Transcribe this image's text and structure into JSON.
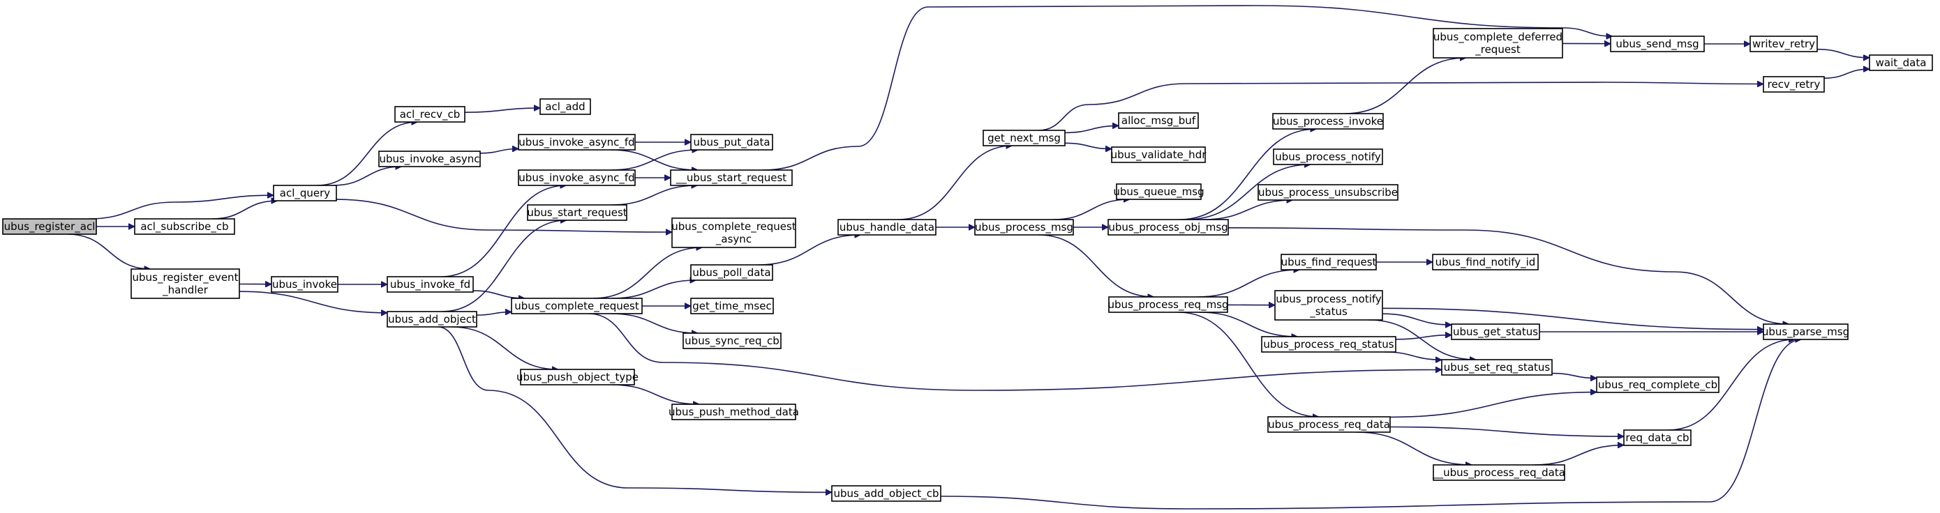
{
  "graph": {
    "title": "",
    "nodes": [
      {
        "id": "ubus_register_acl",
        "lines": [
          "ubus_register_acl"
        ],
        "root": true
      },
      {
        "id": "acl_subscribe_cb",
        "lines": [
          "acl_subscribe_cb"
        ]
      },
      {
        "id": "ubus_register_event_handler",
        "lines": [
          "ubus_register_event",
          "_handler"
        ]
      },
      {
        "id": "acl_query",
        "lines": [
          "acl_query"
        ]
      },
      {
        "id": "acl_recv_cb",
        "lines": [
          "acl_recv_cb"
        ]
      },
      {
        "id": "acl_add",
        "lines": [
          "acl_add"
        ]
      },
      {
        "id": "ubus_invoke_async",
        "lines": [
          "ubus_invoke_async"
        ]
      },
      {
        "id": "ubus_invoke_async_fd_1",
        "lines": [
          "ubus_invoke_async_fd"
        ]
      },
      {
        "id": "ubus_invoke_async_fd_2",
        "lines": [
          "ubus_invoke_async_fd"
        ]
      },
      {
        "id": "ubus_put_data",
        "lines": [
          "ubus_put_data"
        ]
      },
      {
        "id": "__ubus_start_request",
        "lines": [
          "__ubus_start_request"
        ]
      },
      {
        "id": "ubus_start_request",
        "lines": [
          "ubus_start_request"
        ]
      },
      {
        "id": "ubus_complete_request_async",
        "lines": [
          "ubus_complete_request",
          "_async"
        ]
      },
      {
        "id": "ubus_invoke",
        "lines": [
          "ubus_invoke"
        ]
      },
      {
        "id": "ubus_invoke_fd",
        "lines": [
          "ubus_invoke_fd"
        ]
      },
      {
        "id": "ubus_add_object",
        "lines": [
          "ubus_add_object"
        ]
      },
      {
        "id": "ubus_complete_request",
        "lines": [
          "ubus_complete_request"
        ]
      },
      {
        "id": "ubus_poll_data",
        "lines": [
          "ubus_poll_data"
        ]
      },
      {
        "id": "get_time_msec",
        "lines": [
          "get_time_msec"
        ]
      },
      {
        "id": "ubus_sync_req_cb",
        "lines": [
          "ubus_sync_req_cb"
        ]
      },
      {
        "id": "ubus_push_object_type",
        "lines": [
          "ubus_push_object_type"
        ]
      },
      {
        "id": "ubus_push_method_data",
        "lines": [
          "ubus_push_method_data"
        ]
      },
      {
        "id": "ubus_add_object_cb",
        "lines": [
          "ubus_add_object_cb"
        ]
      },
      {
        "id": "ubus_handle_data",
        "lines": [
          "ubus_handle_data"
        ]
      },
      {
        "id": "get_next_msg",
        "lines": [
          "get_next_msg"
        ]
      },
      {
        "id": "alloc_msg_buf",
        "lines": [
          "alloc_msg_buf"
        ]
      },
      {
        "id": "ubus_validate_hdr",
        "lines": [
          "ubus_validate_hdr"
        ]
      },
      {
        "id": "ubus_process_msg",
        "lines": [
          "ubus_process_msg"
        ]
      },
      {
        "id": "ubus_queue_msg",
        "lines": [
          "ubus_queue_msg"
        ]
      },
      {
        "id": "ubus_process_obj_msg",
        "lines": [
          "ubus_process_obj_msg"
        ]
      },
      {
        "id": "ubus_process_invoke",
        "lines": [
          "ubus_process_invoke"
        ]
      },
      {
        "id": "ubus_process_notify",
        "lines": [
          "ubus_process_notify"
        ]
      },
      {
        "id": "ubus_process_unsubscribe",
        "lines": [
          "ubus_process_unsubscribe"
        ]
      },
      {
        "id": "ubus_complete_deferred_request",
        "lines": [
          "ubus_complete_deferred",
          "_request"
        ]
      },
      {
        "id": "ubus_send_msg",
        "lines": [
          "ubus_send_msg"
        ]
      },
      {
        "id": "writev_retry",
        "lines": [
          "writev_retry"
        ]
      },
      {
        "id": "wait_data",
        "lines": [
          "wait_data"
        ]
      },
      {
        "id": "recv_retry",
        "lines": [
          "recv_retry"
        ]
      },
      {
        "id": "ubus_process_req_msg",
        "lines": [
          "ubus_process_req_msg"
        ]
      },
      {
        "id": "ubus_find_request",
        "lines": [
          "ubus_find_request"
        ]
      },
      {
        "id": "ubus_find_notify_id",
        "lines": [
          "ubus_find_notify_id"
        ]
      },
      {
        "id": "ubus_process_notify_status",
        "lines": [
          "ubus_process_notify",
          "_status"
        ]
      },
      {
        "id": "ubus_process_req_status",
        "lines": [
          "ubus_process_req_status"
        ]
      },
      {
        "id": "ubus_get_status",
        "lines": [
          "ubus_get_status"
        ]
      },
      {
        "id": "ubus_set_req_status",
        "lines": [
          "ubus_set_req_status"
        ]
      },
      {
        "id": "ubus_parse_msg",
        "lines": [
          "ubus_parse_msg"
        ]
      },
      {
        "id": "ubus_req_complete_cb",
        "lines": [
          "ubus_req_complete_cb"
        ]
      },
      {
        "id": "ubus_process_req_data",
        "lines": [
          "ubus_process_req_data"
        ]
      },
      {
        "id": "req_data_cb",
        "lines": [
          "req_data_cb"
        ]
      },
      {
        "id": "__ubus_process_req_data",
        "lines": [
          "__ubus_process_req_data"
        ]
      }
    ],
    "edges": [
      [
        "ubus_register_acl",
        "acl_query"
      ],
      [
        "ubus_register_acl",
        "acl_subscribe_cb"
      ],
      [
        "ubus_register_acl",
        "ubus_register_event_handler"
      ],
      [
        "acl_subscribe_cb",
        "acl_query"
      ],
      [
        "acl_query",
        "acl_recv_cb"
      ],
      [
        "acl_query",
        "ubus_invoke_async"
      ],
      [
        "acl_query",
        "ubus_complete_request_async"
      ],
      [
        "acl_recv_cb",
        "acl_add"
      ],
      [
        "ubus_invoke_async",
        "ubus_invoke_async_fd_1"
      ],
      [
        "ubus_invoke_async_fd_1",
        "ubus_put_data"
      ],
      [
        "ubus_invoke_async_fd_1",
        "__ubus_start_request"
      ],
      [
        "ubus_invoke_async_fd_2",
        "ubus_put_data"
      ],
      [
        "ubus_invoke_async_fd_2",
        "__ubus_start_request"
      ],
      [
        "ubus_start_request",
        "__ubus_start_request"
      ],
      [
        "__ubus_start_request",
        "ubus_send_msg"
      ],
      [
        "ubus_register_event_handler",
        "ubus_invoke"
      ],
      [
        "ubus_register_event_handler",
        "ubus_add_object"
      ],
      [
        "ubus_invoke",
        "ubus_invoke_fd"
      ],
      [
        "ubus_invoke_fd",
        "ubus_invoke_async_fd_2"
      ],
      [
        "ubus_invoke_fd",
        "ubus_complete_request"
      ],
      [
        "ubus_add_object",
        "ubus_start_request"
      ],
      [
        "ubus_add_object",
        "ubus_complete_request"
      ],
      [
        "ubus_add_object",
        "ubus_push_object_type"
      ],
      [
        "ubus_add_object",
        "ubus_add_object_cb"
      ],
      [
        "ubus_complete_request",
        "ubus_complete_request_async"
      ],
      [
        "ubus_complete_request",
        "ubus_poll_data"
      ],
      [
        "ubus_complete_request",
        "get_time_msec"
      ],
      [
        "ubus_complete_request",
        "ubus_sync_req_cb"
      ],
      [
        "ubus_complete_request",
        "ubus_set_req_status"
      ],
      [
        "ubus_push_object_type",
        "ubus_push_method_data"
      ],
      [
        "ubus_poll_data",
        "ubus_handle_data"
      ],
      [
        "ubus_handle_data",
        "get_next_msg"
      ],
      [
        "ubus_handle_data",
        "ubus_process_msg"
      ],
      [
        "get_next_msg",
        "alloc_msg_buf"
      ],
      [
        "get_next_msg",
        "ubus_validate_hdr"
      ],
      [
        "get_next_msg",
        "recv_retry"
      ],
      [
        "ubus_process_msg",
        "ubus_queue_msg"
      ],
      [
        "ubus_process_msg",
        "ubus_process_obj_msg"
      ],
      [
        "ubus_process_msg",
        "ubus_process_req_msg"
      ],
      [
        "ubus_process_obj_msg",
        "ubus_process_invoke"
      ],
      [
        "ubus_process_obj_msg",
        "ubus_process_notify"
      ],
      [
        "ubus_process_obj_msg",
        "ubus_process_unsubscribe"
      ],
      [
        "ubus_process_obj_msg",
        "ubus_parse_msg"
      ],
      [
        "ubus_process_invoke",
        "ubus_complete_deferred_request"
      ],
      [
        "ubus_complete_deferred_request",
        "ubus_send_msg"
      ],
      [
        "ubus_send_msg",
        "writev_retry"
      ],
      [
        "writev_retry",
        "wait_data"
      ],
      [
        "recv_retry",
        "wait_data"
      ],
      [
        "ubus_process_req_msg",
        "ubus_find_request"
      ],
      [
        "ubus_process_req_msg",
        "ubus_process_notify_status"
      ],
      [
        "ubus_process_req_msg",
        "ubus_process_req_status"
      ],
      [
        "ubus_process_req_msg",
        "ubus_process_req_data"
      ],
      [
        "ubus_find_request",
        "ubus_find_notify_id"
      ],
      [
        "ubus_process_notify_status",
        "ubus_parse_msg"
      ],
      [
        "ubus_process_notify_status",
        "ubus_get_status"
      ],
      [
        "ubus_process_notify_status",
        "ubus_set_req_status"
      ],
      [
        "ubus_process_req_status",
        "ubus_get_status"
      ],
      [
        "ubus_process_req_status",
        "ubus_set_req_status"
      ],
      [
        "ubus_get_status",
        "ubus_parse_msg"
      ],
      [
        "ubus_set_req_status",
        "ubus_req_complete_cb"
      ],
      [
        "ubus_process_req_data",
        "ubus_req_complete_cb"
      ],
      [
        "ubus_process_req_data",
        "req_data_cb"
      ],
      [
        "ubus_process_req_data",
        "__ubus_process_req_data"
      ],
      [
        "__ubus_process_req_data",
        "req_data_cb"
      ],
      [
        "req_data_cb",
        "ubus_parse_msg"
      ],
      [
        "ubus_add_object_cb",
        "ubus_parse_msg"
      ]
    ]
  }
}
